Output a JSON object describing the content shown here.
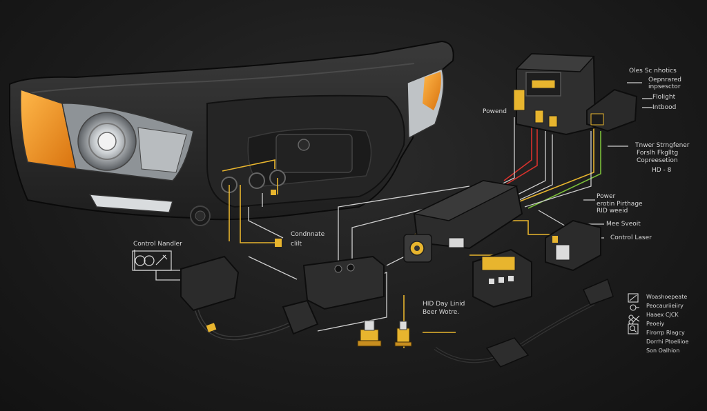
{
  "labels": {
    "powend": "Powend",
    "oles": "Oles",
    "oles_rest": "Sc nhotics",
    "doprofted": "Oepnrared",
    "impsescter": "inpsesctor",
    "flolight": "Flolight",
    "intbood": "Intbood",
    "tnwer": "Tnwer Strngfener",
    "forslh": "Forslh Fkglltg",
    "copreesetion": "Copreesetion",
    "hd_code": "HD - 8",
    "power": "Power",
    "erotin": "erotin Pirthage",
    "rid_weeid": "RID weeid",
    "mee_sveoit": "Mee Sveoit",
    "control_laser": "Control Laser",
    "control_nandler": "Control Nandler",
    "condnnate": "Condnnate",
    "clilt": "clilt",
    "hid_day": "HID Day Linid",
    "beer_wotre": "Beer Wotre."
  },
  "legend": [
    {
      "icon": "tools-icon",
      "text": "Woashoepeate"
    },
    {
      "icon": "connector-icon",
      "text": "Peocauriieiiry"
    },
    {
      "icon": "",
      "text": "Haaex CJCK"
    },
    {
      "icon": "scissors-icon",
      "text": "Peoeiy"
    },
    {
      "icon": "",
      "text": "Flrorrp Rlagcy"
    },
    {
      "icon": "search-icon",
      "text": "Dorrhi Ptoeliioe"
    },
    {
      "icon": "",
      "text": "Son Oalhion"
    }
  ],
  "colors": {
    "background": "#1c1c1c",
    "wire_red": "#d8322c",
    "wire_yellow": "#e8b52e",
    "wire_green": "#7bbf3a",
    "wire_white": "#d6d6d6",
    "amber_lens": "#f0951f",
    "component": "#2e2e2e"
  }
}
